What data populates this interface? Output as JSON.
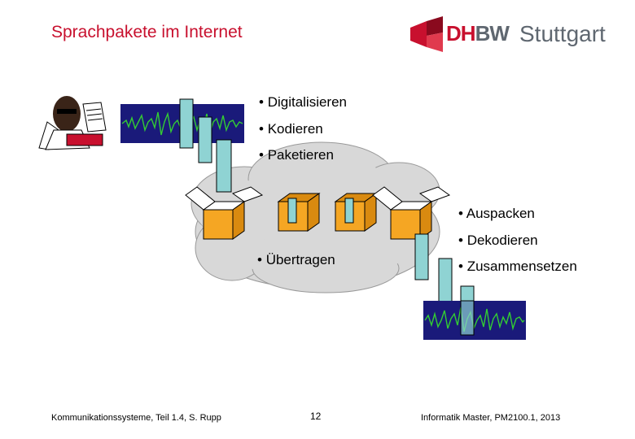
{
  "title": "Sprachpakete im Internet",
  "logo": {
    "name": "DHBW",
    "city": "Stuttgart",
    "colors": {
      "red": "#c8102e",
      "gray": "#5f6770"
    }
  },
  "steps_send": [
    "Digitalisieren",
    "Kodieren",
    "Paketieren"
  ],
  "step_transfer": "Übertragen",
  "steps_receive": [
    "Auspacken",
    "Dekodieren",
    "Zusammensetzen"
  ],
  "footer": {
    "left": "Kommunikationssysteme, Teil 1.4, S. Rupp",
    "page": "12",
    "right": "Informatik Master, PM2100.1, 2013"
  },
  "icons": [
    "phone-caller-icon",
    "audio-waveform-icon",
    "package-box-icon",
    "network-cloud-icon"
  ],
  "colors": {
    "waveform_bg": "#1a1a7a",
    "waveform_line": "#33cc33",
    "box": "#f5a623",
    "cloud": "#d8d8d8",
    "packet": "#8fd3d3"
  }
}
